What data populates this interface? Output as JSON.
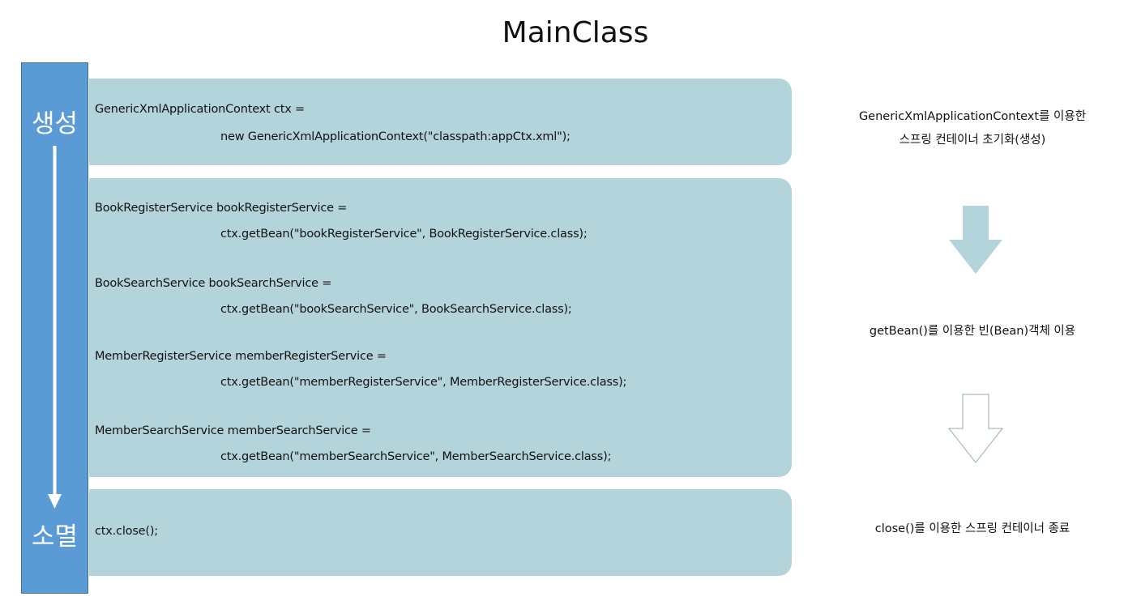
{
  "title": "MainClass",
  "lifecycle": {
    "start_label": "생성",
    "end_label": "소멸",
    "bar_color": "#5b9bd5"
  },
  "panel_color": "#b4d4dc",
  "create_panel": {
    "line1": "GenericXmlApplicationContext ctx =",
    "line2": "new GenericXmlApplicationContext(\"classpath:appCtx.xml\");"
  },
  "use_panel": {
    "statements": [
      {
        "decl": "BookRegisterService bookRegisterService =",
        "call": "ctx.getBean(\"bookRegisterService\", BookRegisterService.class);"
      },
      {
        "decl": "BookSearchService bookSearchService =",
        "call": "ctx.getBean(\"bookSearchService\", BookSearchService.class);"
      },
      {
        "decl": "MemberRegisterService memberRegisterService =",
        "call": "ctx.getBean(\"memberRegisterService\", MemberRegisterService.class);"
      },
      {
        "decl": "MemberSearchService memberSearchService =",
        "call": "ctx.getBean(\"memberSearchService\", MemberSearchService.class);"
      }
    ]
  },
  "destroy_panel": {
    "line1": "ctx.close();"
  },
  "descriptions": {
    "create_line1": "GenericXmlApplicationContext를 이용한",
    "create_line2": "스프링 컨테이너 초기화(생성)",
    "use": "getBean()를 이용한 빈(Bean)객체 이용",
    "destroy": "close()를 이용한 스프링 컨테이너 종료"
  },
  "arrows": {
    "filled_color": "#b4d4dc",
    "outline_color": "#8fa9b0"
  }
}
